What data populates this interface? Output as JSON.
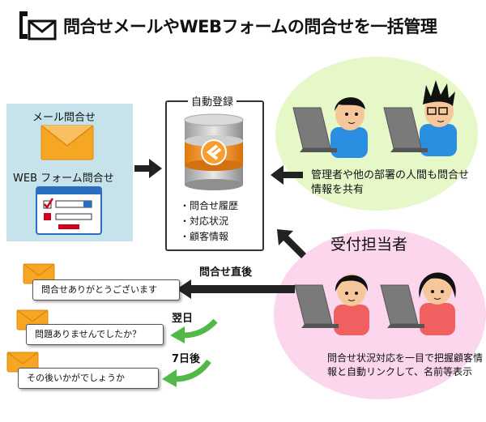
{
  "title": "問合せメールやWEBフォームの問合せを一括管理",
  "sources": {
    "mail_label": "メール問合せ",
    "web_label": "WEB フォーム問合せ"
  },
  "database": {
    "title": "自動登録",
    "items": [
      "・問合せ履歴",
      "・対応状況",
      "・顧客情報"
    ]
  },
  "managers": {
    "share_text": "管理者や他の部署の人間も問合せ情報を共有"
  },
  "reception": {
    "title": "受付担当者",
    "display_text": "問合せ状況対応を一目で把握顧客情報と自動リンクして、名前等表示"
  },
  "followups": [
    {
      "timing": "問合せ直後",
      "message": "問合せありがとうございます"
    },
    {
      "timing": "翌日",
      "message": "問題ありませんでしたか？"
    },
    {
      "timing": "7日後",
      "message": "その後いかがでしょうか"
    }
  ],
  "colors": {
    "panel_blue": "#c6e3ec",
    "envelope_orange": "#f5a623",
    "db_orange": "#f0941f",
    "green_bg": "#e6f7c8",
    "pink_bg": "#fcd6ec",
    "arrow_green": "#52b848",
    "arrow_dark": "#222222"
  }
}
